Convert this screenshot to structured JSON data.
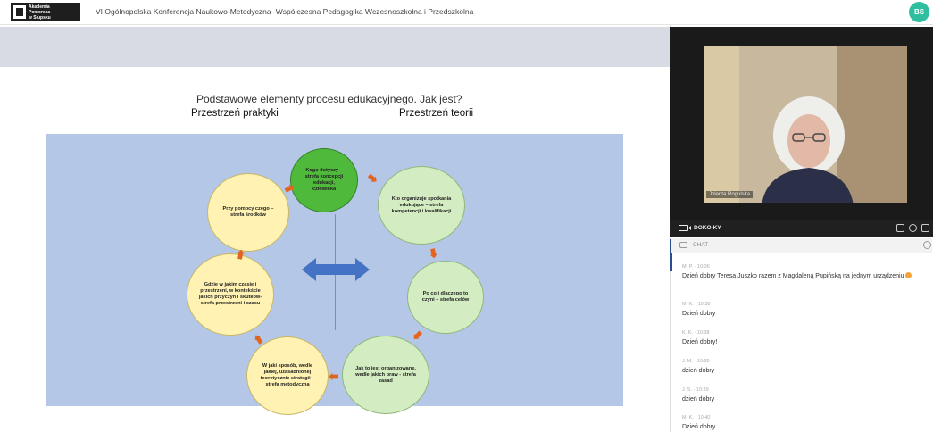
{
  "header": {
    "logo_text": "Akademia\nPomorska\nw Słupsku",
    "title": "VI Ogólnopolska Konferencja Naukowo-Metodyczna -Współczesna Pedagogika Wczesnoszkolna i Przedszkolna",
    "avatar_initials": "BS"
  },
  "slide": {
    "heading": "Podstawowe elementy procesu edukacyjnego. Jak jest?",
    "left_label": "Przestrzeń praktyki",
    "right_label": "Przestrzeń teorii",
    "circles": {
      "top": "Kogo dotyczy – strefa koncepcji edukacji, człowieka",
      "upper_right": "Kto organizuje spotkania edukujące – strefa kompetencji i kwalifikacji",
      "right": "Po co i dlaczego to czyni – strefa celów",
      "lower_right": "Jak to jest organizowane, wedle jakich praw - strefa zasad",
      "lower_left": "W jaki sposób, wedle jakiej, uzasadnionej teoretycznie strategii – strefa metodyczna",
      "left": "Gdzie w jakim czasie i przestrzeni, w kontekście jakich przyczyn i skutków- strefa przestrzeni i czasu",
      "upper_left": "Przy pomocy czego – strefa środków"
    }
  },
  "video": {
    "participant_name": "Jolanta Rogulska",
    "bar_label": "DOKO-KY"
  },
  "chat": {
    "title": "CHAT",
    "messages": [
      {
        "meta": "M. P. · 10:36",
        "text": "Dzień dobry Teresa Juszko razem z Magdaleną Pupińską na jednym urządzeniu"
      },
      {
        "meta": "M. K. · 10:38",
        "text": "Dzień dobry"
      },
      {
        "meta": "K. K. · 10:38",
        "text": "Dzień dobry!"
      },
      {
        "meta": "J. M. · 10:39",
        "text": "dzień dobry"
      },
      {
        "meta": "J. S. · 10:39",
        "text": "dzień dobry"
      },
      {
        "meta": "M. K. · 10:40",
        "text": "Dzień dobry"
      }
    ]
  },
  "colors": {
    "diagram_bg": "#b4c7e7",
    "center_circle": "#4fb93c",
    "theory_circles": "#d4ecc2",
    "practice_circles": "#fff2b3",
    "cycle_arrows": "#e2651f",
    "swap_arrow": "#4472c4"
  }
}
